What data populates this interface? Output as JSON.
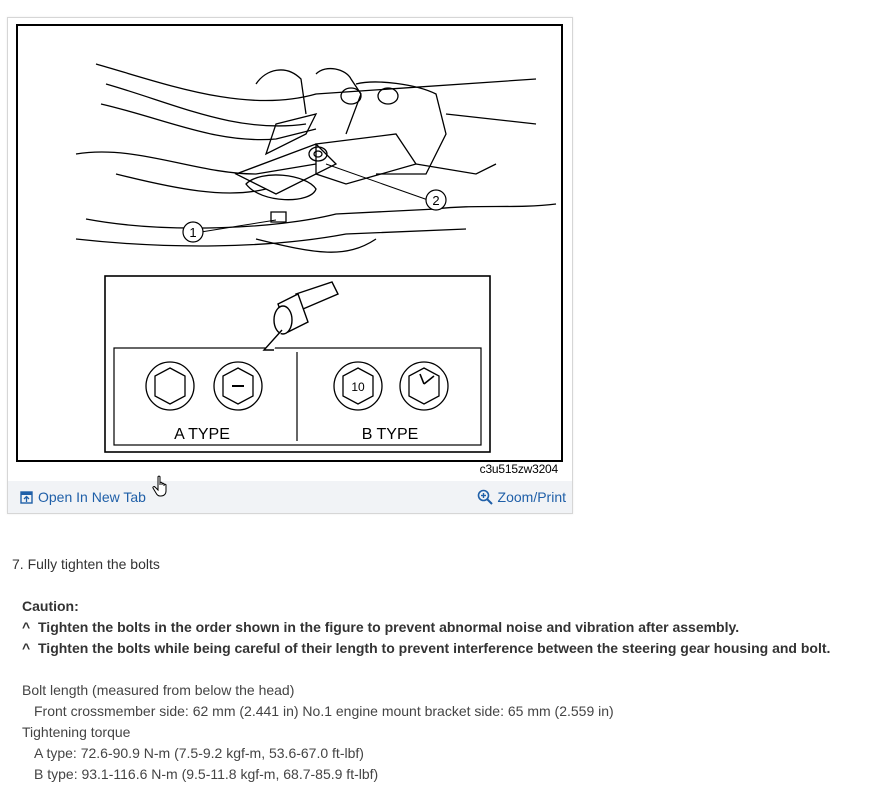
{
  "figure": {
    "callout_1": "1",
    "callout_2": "2",
    "a_type_label": "A TYPE",
    "b_type_label": "B TYPE",
    "bolt_marking": "10",
    "image_id": "c3u515zw3204"
  },
  "toolbar": {
    "open_new_tab": "Open In New Tab",
    "zoom_print": "Zoom/Print",
    "open_icon": "open-in-new-tab-icon",
    "zoom_icon": "zoom-in-icon",
    "link_color": "#1f5fa8"
  },
  "step": "7. Fully tighten the bolts",
  "caution": {
    "title": "Caution:",
    "items": [
      "Tighten the bolts in the order shown in the figure to prevent abnormal noise and vibration after assembly.",
      "Tighten the bolts while being careful of their length to prevent interference between the steering gear housing and bolt."
    ],
    "bullet": "^"
  },
  "specs": {
    "bolt_length_heading": "Bolt length (measured from below the head)",
    "bolt_length_value": "Front crossmember side: 62 mm (2.441 in) No.1 engine mount bracket side: 65 mm (2.559 in)",
    "torque_heading": "Tightening torque",
    "a_type": "A type: 72.6-90.9 N-m (7.5-9.2 kgf-m, 53.6-67.0 ft-lbf)",
    "b_type": "B type: 93.1-116.6 N-m (9.5-11.8 kgf-m, 68.7-85.9 ft-lbf)"
  }
}
